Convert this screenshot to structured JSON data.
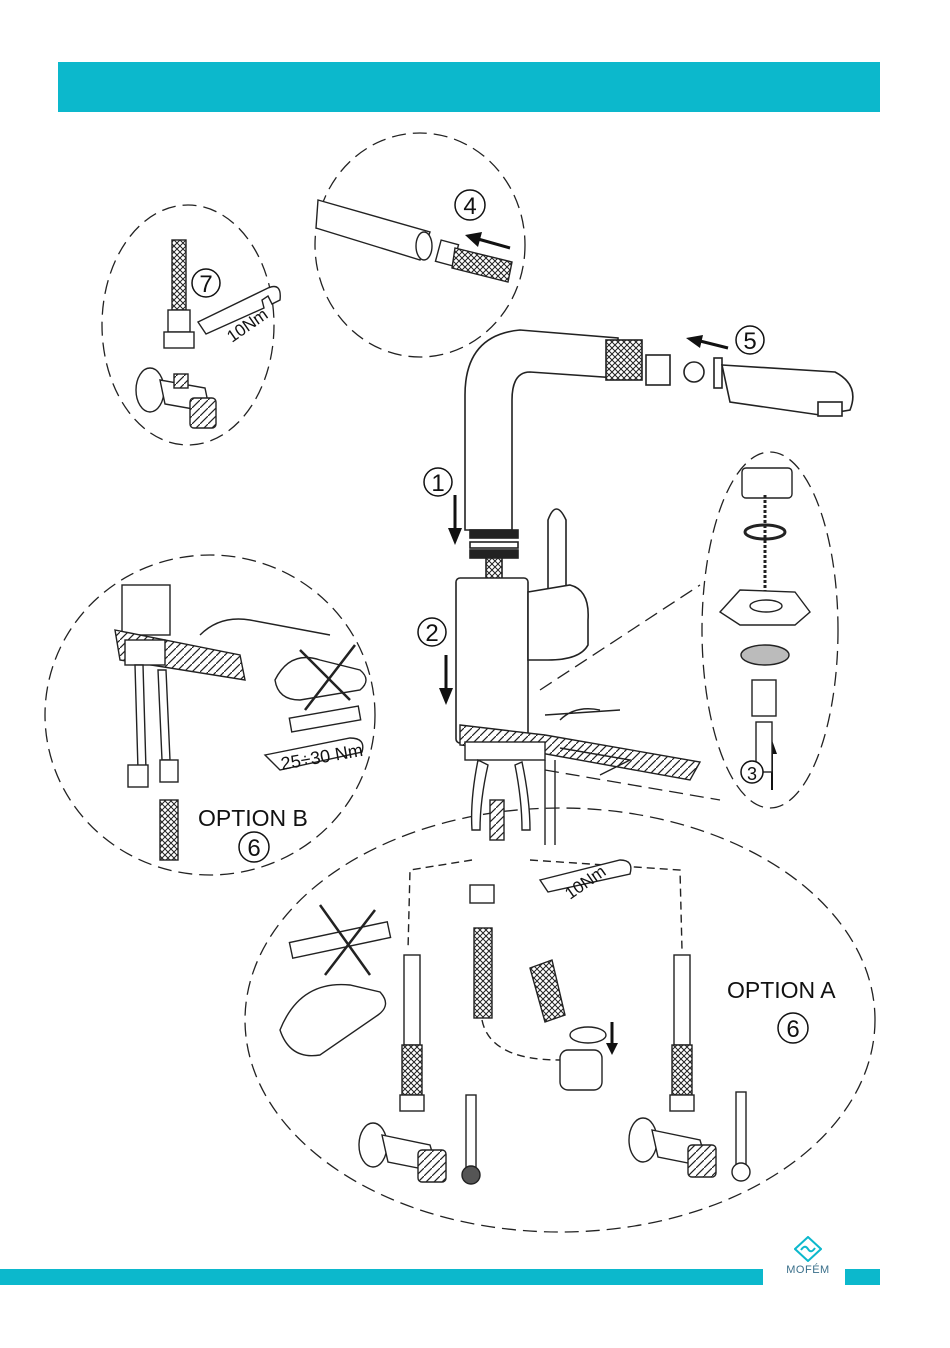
{
  "document": {
    "header_bar_color": "#0cb8cc",
    "accent_color": "#0cb8cc"
  },
  "steps": {
    "step1": "1",
    "step2": "2",
    "step3": "3",
    "step4": "4",
    "step5": "5",
    "step6_b": "6",
    "step6_a": "6",
    "step7": "7"
  },
  "torques": {
    "detail7": "10Nm",
    "option_b": "25÷30 Nm",
    "option_a": "10Nm"
  },
  "options": {
    "option_b": "OPTION B",
    "option_a": "OPTION A"
  },
  "brand": {
    "name": "MOFÉM",
    "logo_icon": "mofem-logo-icon"
  }
}
